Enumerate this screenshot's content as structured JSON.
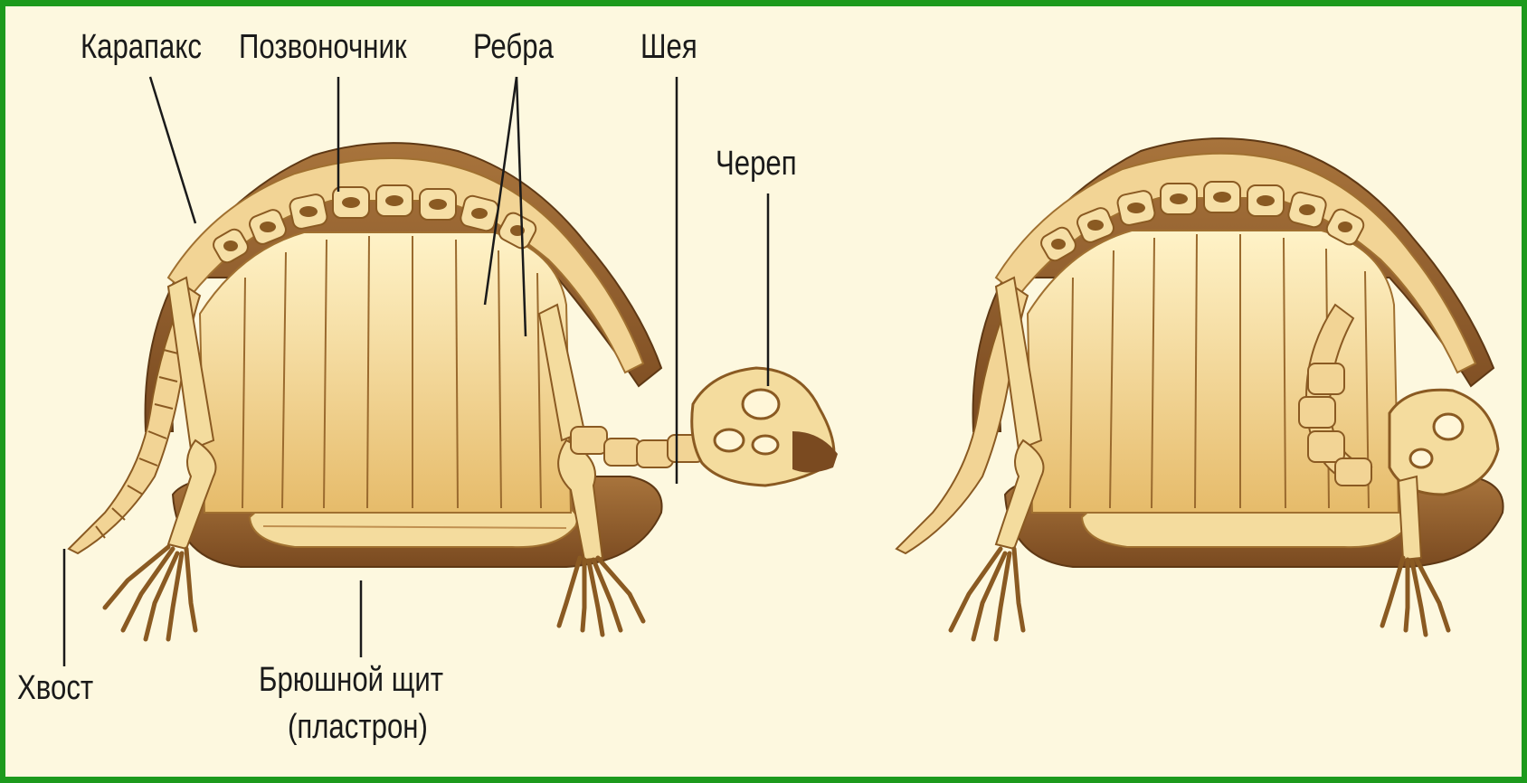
{
  "colors": {
    "border": "#1c9a1c",
    "background": "#fdf8df",
    "shell_dark": "#8a5a2a",
    "shell_mid": "#b98a4c",
    "bone": "#f3d79a",
    "bone_edge": "#a07030",
    "cavity": "#f0cf86",
    "leader_line": "#1a1a1a"
  },
  "labels": {
    "carapace": "Карапакс",
    "spine": "Позвоночник",
    "ribs": "Ребра",
    "neck": "Шея",
    "skull": "Череп",
    "tail": "Хвост",
    "plastron_line1": "Брюшной щит",
    "plastron_line2": "(пластрон)"
  }
}
